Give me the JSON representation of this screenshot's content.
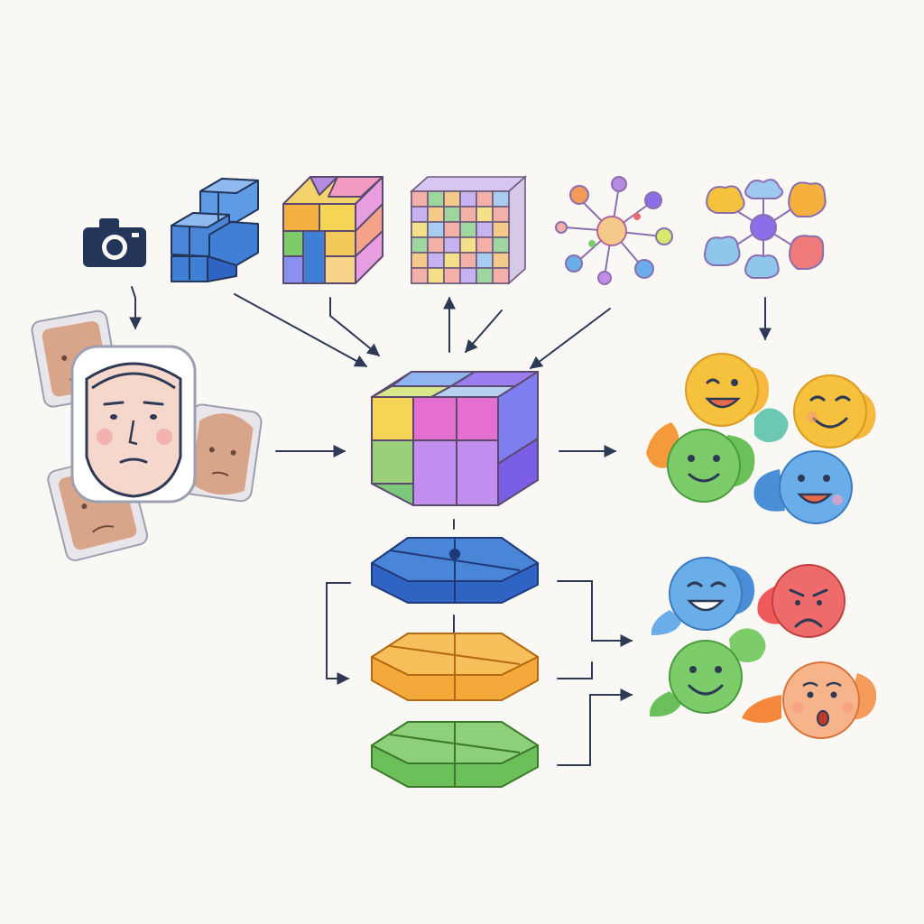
{
  "diagram": {
    "style": "hand-drawn pipeline illustration, no printed text",
    "background": "#faf8f4",
    "line_color": "#2e3a55",
    "nodes": [
      {
        "id": "camera",
        "icon": "camera-icon",
        "color": "#23365a"
      },
      {
        "id": "face-crops",
        "icon": "face-crops-icon",
        "count": 4
      },
      {
        "id": "block-blue",
        "icon": "blue-block-stack-icon",
        "color": "#3f7fd6"
      },
      {
        "id": "block-colorful",
        "icon": "colorful-cube-icon"
      },
      {
        "id": "grid-cube",
        "icon": "grid-cube-icon"
      },
      {
        "id": "network-1",
        "icon": "network-graph-icon"
      },
      {
        "id": "network-2",
        "icon": "cloud-network-icon"
      },
      {
        "id": "central-cube",
        "icon": "central-rubik-cube-icon"
      },
      {
        "id": "layer-blue",
        "icon": "blue-layer-slab-icon",
        "color": "#2f63c4"
      },
      {
        "id": "layer-orange",
        "icon": "orange-layer-slab-icon",
        "color": "#f5a93a"
      },
      {
        "id": "layer-green",
        "icon": "green-layer-slab-icon",
        "color": "#6cc05a"
      },
      {
        "id": "emotions-top",
        "icon": "emoji-group-icon",
        "faces": [
          "wink",
          "happy",
          "smile",
          "grin"
        ]
      },
      {
        "id": "emotions-bottom",
        "icon": "emoji-group-icon",
        "faces": [
          "happy",
          "angry",
          "smile",
          "surprised"
        ]
      }
    ],
    "palette": {
      "yellow": "#f6c23e",
      "green": "#7ccd6a",
      "blue": "#6aaee9",
      "red": "#ef6b6b",
      "orange": "#f49a5a",
      "purple": "#8b6fe8",
      "skin": "#f3d3c2"
    }
  }
}
